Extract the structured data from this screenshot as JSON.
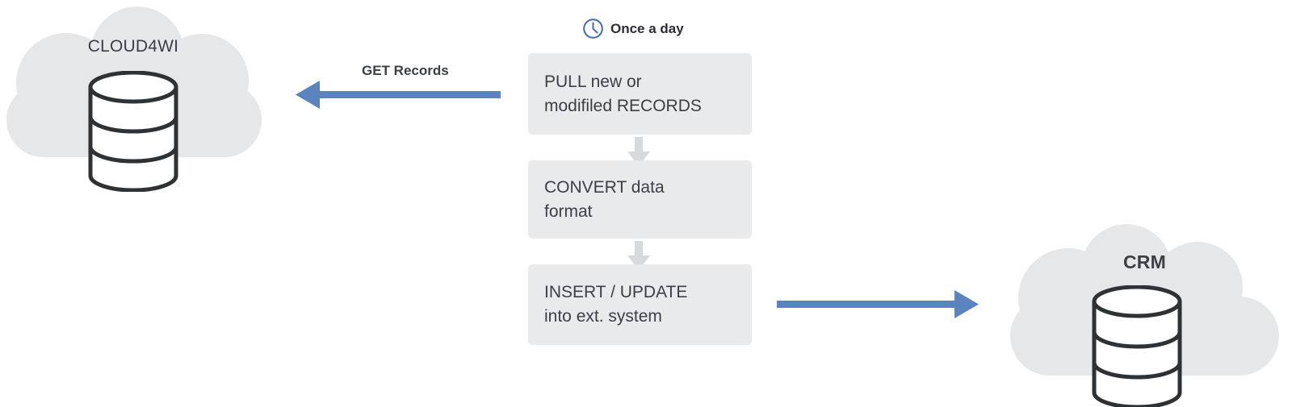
{
  "diagram": {
    "title": "Cloud4Wi to CRM data synchronization flow",
    "colors": {
      "cloud_fill": "#e6e7e8",
      "box_fill": "#e8eaeb",
      "text": "#3c4043",
      "accent_blue": "#5b83bd",
      "connector_gray": "#d7dadc",
      "db_stroke": "#2f3234"
    },
    "source_system": {
      "label": "CLOUD4WI",
      "icon": "cloud-icon",
      "database_icon": "database-cylinder-icon"
    },
    "target_system": {
      "label": "CRM",
      "icon": "cloud-icon",
      "database_icon": "database-cylinder-icon"
    },
    "schedule": {
      "icon": "clock-icon",
      "label": "Once a day"
    },
    "steps": [
      {
        "id": "pull",
        "line1": "PULL new or",
        "line2": "modifiled RECORDS"
      },
      {
        "id": "convert",
        "line1": "CONVERT data",
        "line2": "format"
      },
      {
        "id": "insert",
        "line1": "INSERT / UPDATE",
        "line2": "into ext. system"
      }
    ],
    "connectors": [
      {
        "id": "pull-to-convert",
        "icon": "arrow-down-icon"
      },
      {
        "id": "convert-to-insert",
        "icon": "arrow-down-icon"
      }
    ],
    "flows": [
      {
        "id": "get-records",
        "label": "GET Records",
        "direction": "left",
        "icon": "arrow-left-icon"
      },
      {
        "id": "push-to-crm",
        "label": "",
        "direction": "right",
        "icon": "arrow-right-icon"
      }
    ]
  }
}
